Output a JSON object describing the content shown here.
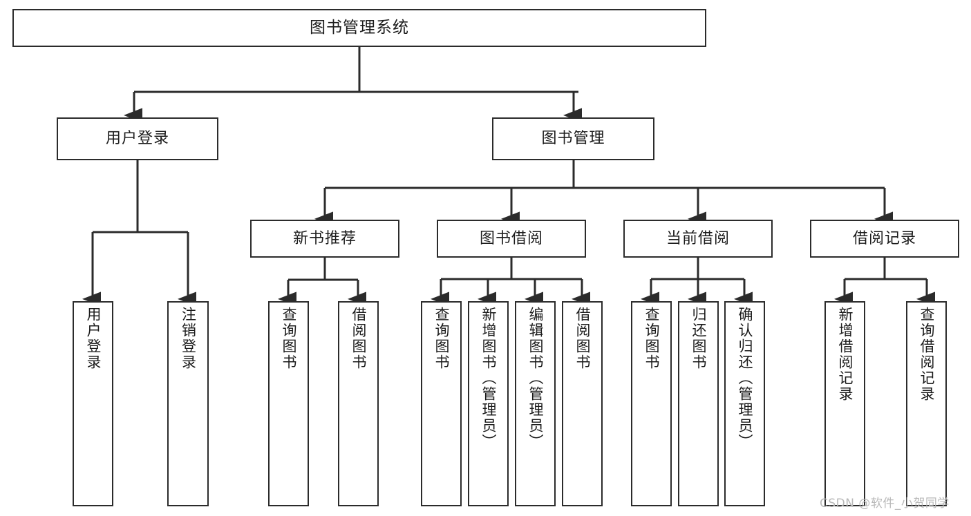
{
  "diagram": {
    "title": "图书管理系统",
    "type": "功能结构图",
    "style": {
      "box_border_color": "#2b2b2b",
      "box_fill_color": "#ffffff",
      "edge_color": "#2b2b2b",
      "background_color": "#ffffff",
      "text_color": "#1c1c1c",
      "watermark_color": "#b9b9b9"
    },
    "nodes": {
      "root": {
        "label": "图书管理系统"
      },
      "level2": [
        {
          "id": "user-login",
          "label": "用户登录"
        },
        {
          "id": "book-management",
          "label": "图书管理"
        }
      ],
      "level3": [
        {
          "id": "new-book-recommend",
          "label": "新书推荐"
        },
        {
          "id": "book-borrow",
          "label": "图书借阅"
        },
        {
          "id": "current-borrow",
          "label": "当前借阅"
        },
        {
          "id": "borrow-record",
          "label": "借阅记录"
        }
      ],
      "leaves": {
        "user_login": [
          {
            "id": "leaf-user-login",
            "label": "用户登录"
          },
          {
            "id": "leaf-logout-login",
            "label": "注销登录"
          }
        ],
        "new_book_recommend": [
          {
            "id": "leaf-query-book-1",
            "label": "查询图书"
          },
          {
            "id": "leaf-borrow-book-1",
            "label": "借阅图书"
          }
        ],
        "book_borrow": [
          {
            "id": "leaf-query-book-2",
            "label": "查询图书"
          },
          {
            "id": "leaf-add-book",
            "label": "新增图书（管理员）"
          },
          {
            "id": "leaf-edit-book",
            "label": "编辑图书（管理员）"
          },
          {
            "id": "leaf-borrow-book-2",
            "label": "借阅图书"
          }
        ],
        "current_borrow": [
          {
            "id": "leaf-query-book-3",
            "label": "查询图书"
          },
          {
            "id": "leaf-return-book",
            "label": "归还图书"
          },
          {
            "id": "leaf-confirm-return",
            "label": "确认归还（管理员）"
          }
        ],
        "borrow_record": [
          {
            "id": "leaf-add-record",
            "label": "新增借阅记录"
          },
          {
            "id": "leaf-query-record",
            "label": "查询借阅记录"
          }
        ]
      }
    }
  },
  "watermark": {
    "text": "CSDN @软件_小贺同学"
  }
}
